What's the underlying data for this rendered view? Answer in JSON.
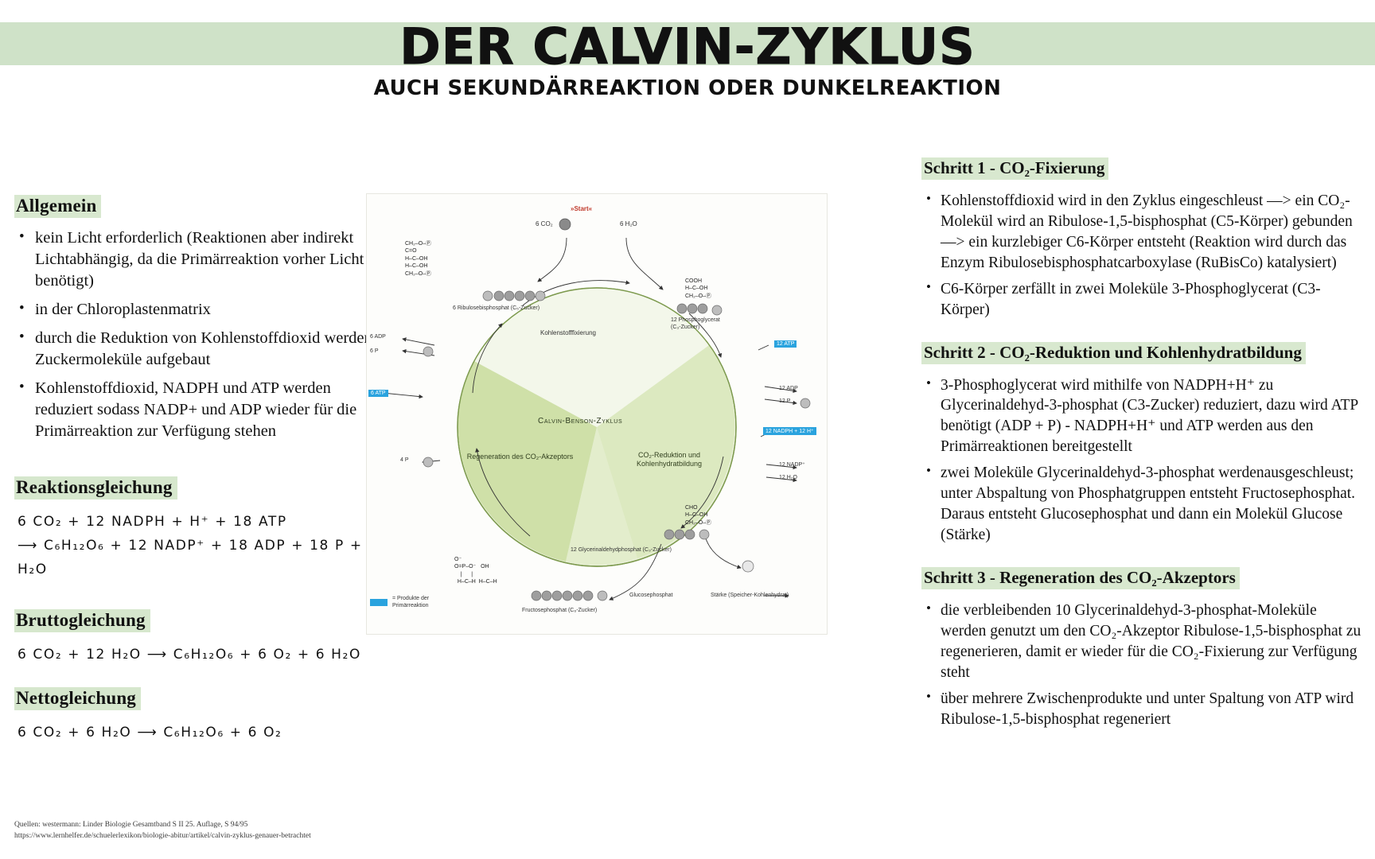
{
  "header": {
    "title": "DER CALVIN-ZYKLUS",
    "subtitle": "AUCH SEKUNDÄRREAKTION ODER DUNKELREAKTION",
    "band_color": "#cfe2c8"
  },
  "left": {
    "allgemein_heading": "Allgemein",
    "allgemein_bullets": [
      "kein Licht erforderlich (Reaktionen aber indirekt Lichtabhängig, da die Primärreaktion vorher Licht benötigt)",
      "in der Chloroplastenmatrix",
      "durch die Reduktion von Kohlenstoffdioxid werden Zuckermoleküle aufgebaut",
      "Kohlenstoffdioxid, NADPH und ATP werden reduziert sodass NADP+ und ADP wieder für die Primärreaktion zur Verfügung stehen"
    ],
    "reaktionsgleichung_heading": "Reaktionsgleichung",
    "reaktionsgleichung_line1": "6 CO₂  +  12 NADPH + H⁺  +  18 ATP",
    "reaktionsgleichung_line2": "⟶  C₆H₁₂O₆ + 12 NADP⁺ + 18 ADP + 18 P + 6 H₂O",
    "bruttogleichung_heading": "Bruttogleichung",
    "bruttogleichung_line": "6 CO₂ + 12 H₂O  ⟶  C₆H₁₂O₆ + 6 O₂ + 6 H₂O",
    "nettogleichung_heading": "Nettogleichung",
    "nettogleichung_line": "6 CO₂ +  6 H₂O  ⟶   C₆H₁₂O₆ + 6 O₂"
  },
  "right": {
    "step1_heading": "Schritt 1 - CO₂-Fixierung",
    "step1_bullets": [
      "Kohlenstoffdioxid wird in den Zyklus eingeschleust —> ein CO₂-Molekül wird an Ribulose-1,5-bisphosphat (C5-Körper) gebunden —> ein kurzlebiger C6-Körper entsteht (Reaktion wird durch das Enzym Ribulosebisphosphatcarboxylase (RuBisCo) katalysiert)",
      "C6-Körper zerfällt in zwei Moleküle 3-Phosphoglycerat (C3-Körper)"
    ],
    "step2_heading": "Schritt 2 - CO₂-Reduktion und Kohlenhydratbildung",
    "step2_bullets": [
      "3-Phosphoglycerat wird mithilfe von NADPH+H⁺ zu Glycerinaldehyd-3-phosphat (C3-Zucker) reduziert, dazu wird ATP benötigt (ADP + P)  - NADPH+H⁺ und ATP werden aus den Primärreaktionen bereitgestellt",
      "zwei Moleküle Glycerinaldehyd-3-phosphat werdenausgeschleust; unter Abspaltung von Phosphatgruppen entsteht Fructosephosphat. Daraus entsteht Glucosephosphat und dann ein Molekül Glucose (Stärke)"
    ],
    "step3_heading": "Schritt 3 - Regeneration des CO₂-Akzeptors",
    "step3_bullets": [
      "die verbleibenden 10 Glycerinaldehyd-3-phosphat-Moleküle werden genutzt um den CO₂-Akzeptor Ribulose-1,5-bisphosphat zu regenerieren, damit er wieder für die CO₂-Fixierung zur Verfügung steht",
      "über mehrere Zwischenprodukte und unter Spaltung von ATP wird Ribulose-1,5-bisphosphat regeneriert"
    ]
  },
  "diagram": {
    "start_label": "»Start«",
    "co2_in": "6 CO₂",
    "h2o_in": "6 H₂O",
    "ribulose_label": "6 Ribulosebisphosphat (C₅-Zucker)",
    "phosphoglycerat_label": "12 Phosphoglycerat\n(C₃-Zucker)",
    "glycerinaldehyd_label": "12 Glycerinaldehydphosphat (C₃-Zucker)",
    "fructose_label": "Fructosephosphat (C₆-Zucker)",
    "glucose_label": "Glucosephosphat",
    "staerke_label": "Stärke (Speicher-Kohlenhydrat)",
    "sector_top": "Kohlenstofffixierung",
    "sector_center": "Calvin-Benson-Zyklus",
    "sector_left": "Regeneration des CO₂-Akzeptors",
    "sector_right": "CO₂-Reduktion und\nKohlenhydratbildung",
    "left_labels": [
      "6 ADP",
      "6 P",
      "6 ATP",
      "4 P"
    ],
    "right_labels": [
      "12 ATP",
      "12 ADP",
      "12 P",
      "12 NADPH + 12 H⁺",
      "12 NADP⁺",
      "12 H₂O"
    ],
    "badges": [
      "12 ATP",
      "12 NADPH + 12 H⁺",
      "6 ATP"
    ],
    "legend_text": "= Produkte der\nPrimärreaktion",
    "mol_ribulose": "CH₂–O–Ⓟ\nC=O\nH–C–OH\nH–C–OH\nCH₂–O–Ⓟ",
    "mol_phosphoglycerat": "COOH\nH–C–OH\nCH₂–O–Ⓟ",
    "mol_glycerinaldehyd": "CHO\nH–C–OH\nCH₂–O–Ⓟ",
    "mol_fructose": "O⁻\nO=P–O⁻   OH\n    |      |\n  H–C–H  H–C–H",
    "colors": {
      "sector_light": "#dfe9c4",
      "sector_mid": "#cddf9f",
      "sector_dark": "#c3d98d",
      "circle_stroke": "#7d9a4e",
      "badge": "#2aa3de",
      "start": "#c0392b"
    }
  },
  "footer": {
    "line1": "Quellen: westermann: Linder Biologie Gesamtband S II 25. Auflage, S 94/95",
    "line2": "https://www.lernhelfer.de/schuelerlexikon/biologie-abitur/artikel/calvin-zyklus-genauer-betrachtet"
  }
}
